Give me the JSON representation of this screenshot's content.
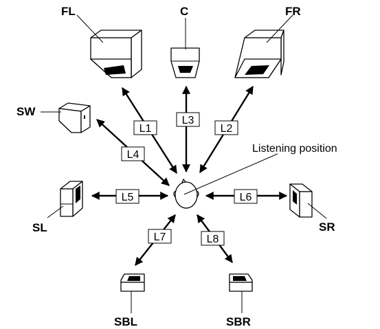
{
  "speakers": {
    "fl": "FL",
    "c": "C",
    "fr": "FR",
    "sw": "SW",
    "sl": "SL",
    "sr": "SR",
    "sbl": "SBL",
    "sbr": "SBR"
  },
  "distances": {
    "l1": "L1",
    "l2": "L2",
    "l3": "L3",
    "l4": "L4",
    "l5": "L5",
    "l6": "L6",
    "l7": "L7",
    "l8": "L8"
  },
  "listening_position": "Listening position"
}
